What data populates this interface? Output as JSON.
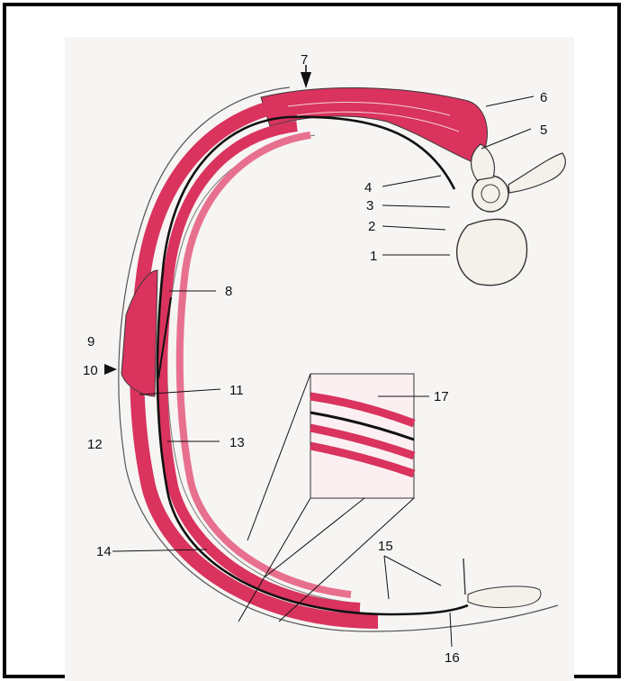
{
  "figure": {
    "labels": {
      "l1": "1",
      "l2": "2",
      "l3": "3",
      "l4": "4",
      "l5": "5",
      "l6": "6",
      "l7": "7",
      "l8": "8",
      "l9": "9",
      "l10": "10",
      "l11": "11",
      "l12": "12",
      "l13": "13",
      "l14": "14",
      "l15": "15",
      "l16": "16",
      "l17": "17"
    },
    "colors": {
      "muscle": "#d9335e",
      "muscle_light": "#e8708f",
      "nerve": "#111111",
      "outline": "#3a3a3a",
      "bone": "#f3f1ea",
      "plate": "#f6f5f3",
      "frame": "#000000"
    }
  }
}
